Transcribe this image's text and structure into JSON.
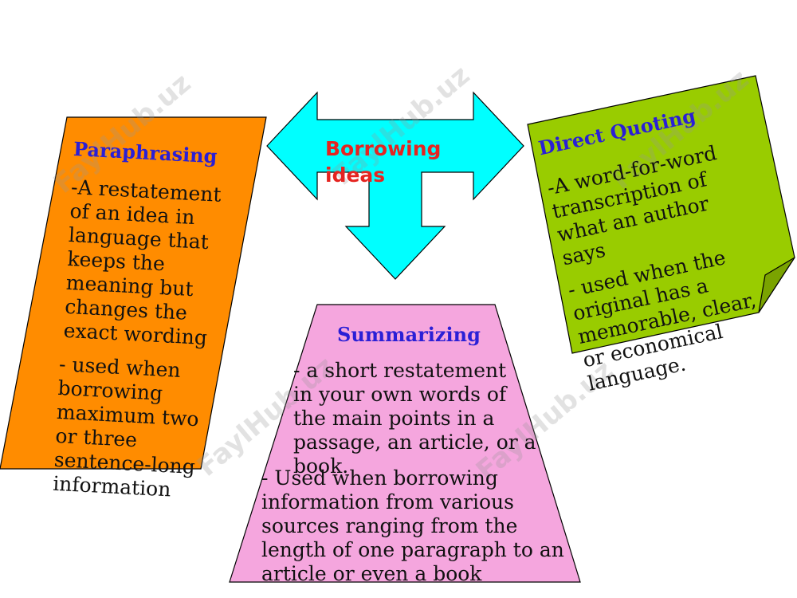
{
  "colors": {
    "paraphrasing_fill": "#ff8c00",
    "summarizing_fill": "#f5a6de",
    "quoting_fill": "#99cc00",
    "quoting_fold": "#7aa300",
    "arrow_fill": "#00ffff",
    "title_blue": "#2a1fd6",
    "center_red": "#e52420"
  },
  "center": {
    "title": "Borrowing\nideas",
    "icon": "three-way-arrow-icon"
  },
  "paraphrasing": {
    "title": "Paraphrasing",
    "definition": "-A restatement\nof an idea in\nlanguage that\nkeeps the\nmeaning but\nchanges the\nexact wording",
    "usage": "- used when\nborrowing\nmaximum two\nor three\nsentence-long\ninformation"
  },
  "summarizing": {
    "title": "Summarizing",
    "definition": "  - a short restatement\nin your own words of\nthe main points in a\npassage, an article, or a\nbook.",
    "usage": "- Used when borrowing\ninformation from various\nsources ranging from the\nlength of one paragraph to an\narticle or even  a book"
  },
  "quoting": {
    "title": "Direct Quoting",
    "definition": "-A word-for-word\ntranscription of\nwhat an author\nsays",
    "usage": "- used when the\noriginal has a\nmemorable, clear,\nor economical\nlanguage."
  },
  "watermark": "FaylHub.uz"
}
